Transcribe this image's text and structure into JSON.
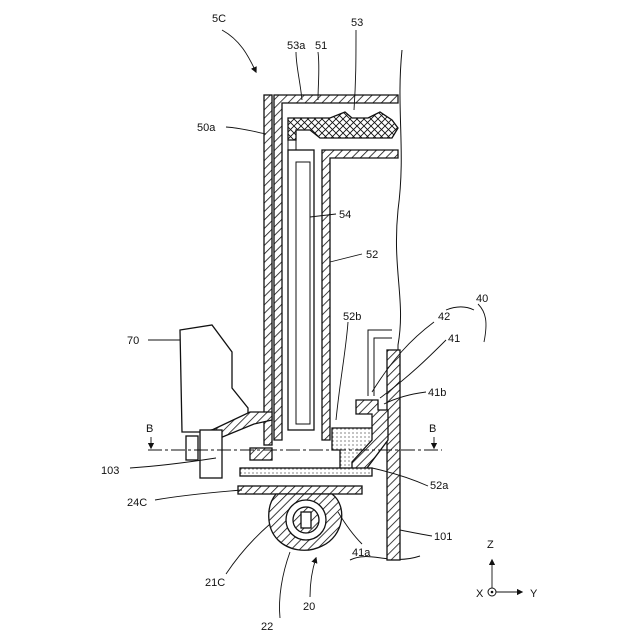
{
  "figure": {
    "assembly_label": "5C",
    "labels": {
      "l53": "53",
      "l53a": "53a",
      "l51": "51",
      "l50a": "50a",
      "l54": "54",
      "l52": "52",
      "l40": "40",
      "l42": "42",
      "l41": "41",
      "l52b": "52b",
      "l70": "70",
      "l41b": "41b",
      "lB_left": "B",
      "lB_right": "B",
      "l103": "103",
      "l52a": "52a",
      "l24C": "24C",
      "l101": "101",
      "l41a": "41a",
      "l21C": "21C",
      "l20": "20",
      "l22": "22"
    },
    "axes": {
      "z": "Z",
      "x": "X",
      "y": "Y"
    }
  },
  "colors": {
    "line": "#111111",
    "background": "#ffffff"
  }
}
